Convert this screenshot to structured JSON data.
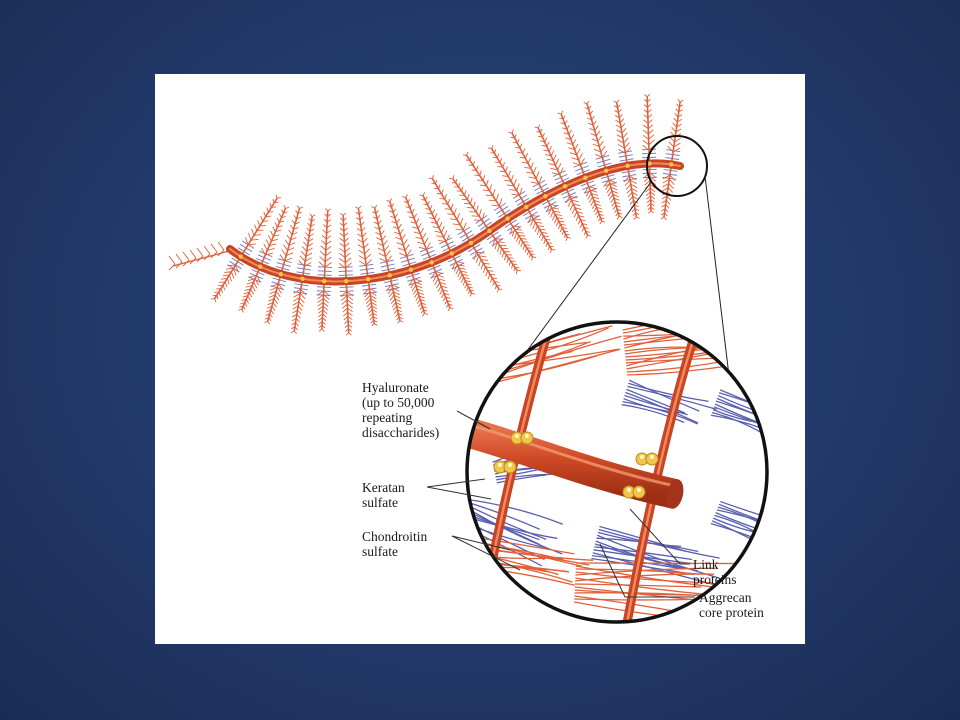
{
  "labels": {
    "hyaluronate": "Hyaluronate\n(up to 50,000\nrepeating\ndisaccharides)",
    "keratan": "Keratan\nsulfate",
    "chondroitin": "Chondroitin\nsulfate",
    "link": "Link\nproteins",
    "aggrecan": "Aggrecan\ncore protein"
  },
  "colors": {
    "backdrop": "#22396a",
    "hyaluronate": "#cf4a26",
    "chondroitin": "#e0603a",
    "keratan": "#5a5fb0",
    "link_protein": "#f2c64a"
  }
}
